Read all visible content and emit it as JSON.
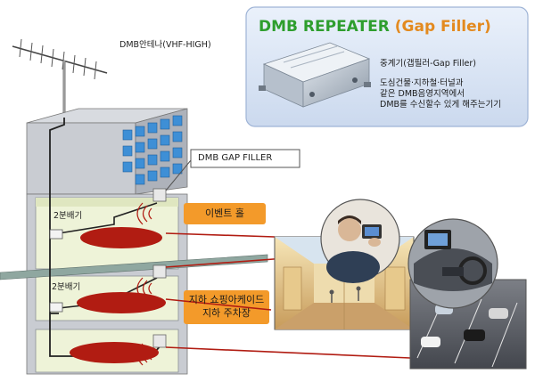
{
  "product": {
    "title_main": "DMB REPEATER",
    "title_sub": "(Gap Filler)",
    "line1": "중계기(갭필러-Gap Filler)",
    "line2": "도심건물·지하철·터널과",
    "line3": "같은 DMB음영지역에서",
    "line4": "DMB를 수신할수 있게 해주는기기"
  },
  "antenna_label": "DMB안테나(VHF-HIGH)",
  "gap_filler_label": "DMB GAP FILLER",
  "splitter_label_1": "2분배기",
  "splitter_label_2": "2분배기",
  "event_hall_label": "이벤트 홀",
  "underground_line1": "지하 쇼핑아케이드",
  "underground_line2": "지하 주차장",
  "colors": {
    "building_wall": "#c9ccd2",
    "floor_fill": "#eef3d8",
    "callout_orange": "#f39a2a",
    "signal_red": "#b11c12",
    "window_blue": "#3e8fd6",
    "title_green": "#2e9e2e",
    "title_orange": "#e38a1f"
  }
}
